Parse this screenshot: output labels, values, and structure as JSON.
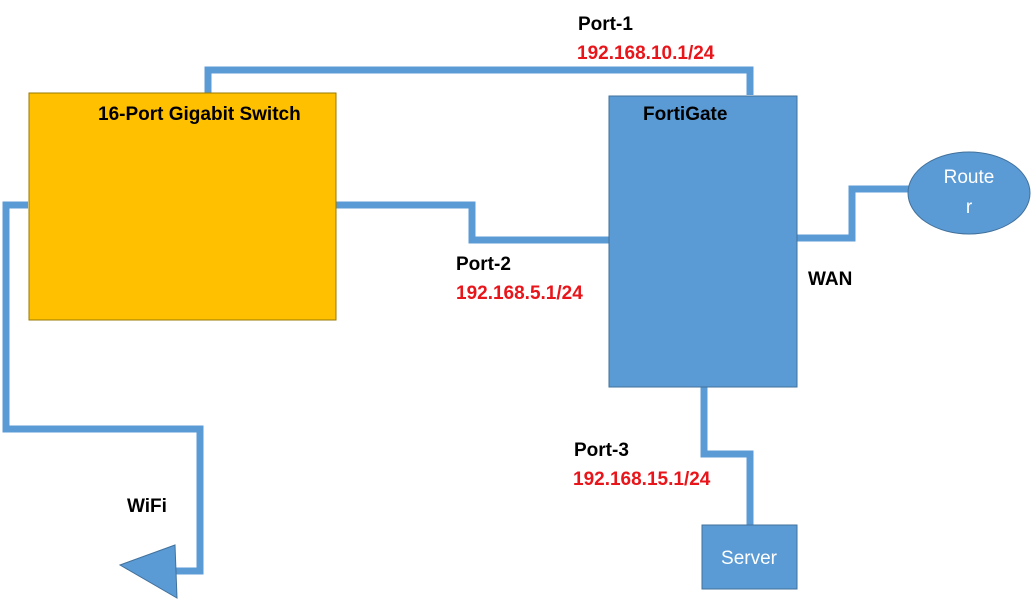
{
  "colors": {
    "link": "#5b9bd5",
    "switch_fill": "#ffc000",
    "device_fill": "#5b9bd5",
    "ip_text": "#e8161b",
    "node_text": "#ffffff"
  },
  "devices": {
    "switch": {
      "label": "16-Port Gigabit Switch"
    },
    "fortigate": {
      "label": "FortiGate"
    },
    "router": {
      "label_line1": "Route",
      "label_line2": "r"
    },
    "server": {
      "label": "Server"
    },
    "wifi": {
      "label": "WiFi",
      "icon": "antenna-icon"
    }
  },
  "ports": {
    "port1": {
      "name": "Port-1",
      "ip": "192.168.10.1/24"
    },
    "port2": {
      "name": "Port-2",
      "ip": "192.168.5.1/24"
    },
    "port3": {
      "name": "Port-3",
      "ip": "192.168.15.1/24"
    },
    "wan": {
      "name": "WAN"
    }
  }
}
